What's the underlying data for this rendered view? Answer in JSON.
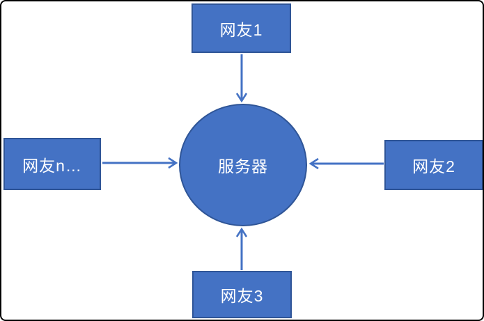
{
  "diagram": {
    "center": {
      "label": "服务器"
    },
    "nodes": [
      {
        "id": "top",
        "label": "网友1"
      },
      {
        "id": "right",
        "label": "网友2"
      },
      {
        "id": "bottom",
        "label": "网友3"
      },
      {
        "id": "left",
        "label": "网友n…"
      }
    ],
    "arrows": [
      {
        "from": "top",
        "to": "center",
        "direction": "down"
      },
      {
        "from": "right",
        "to": "center",
        "direction": "left"
      },
      {
        "from": "bottom",
        "to": "center",
        "direction": "up"
      },
      {
        "from": "left",
        "to": "center",
        "direction": "right"
      }
    ],
    "colors": {
      "shape_fill": "#4472C4",
      "shape_border": "#2F5597",
      "arrow": "#4472C4",
      "text": "#FFFFFF",
      "frame_border": "#000000",
      "background": "#FFFFFF"
    }
  }
}
